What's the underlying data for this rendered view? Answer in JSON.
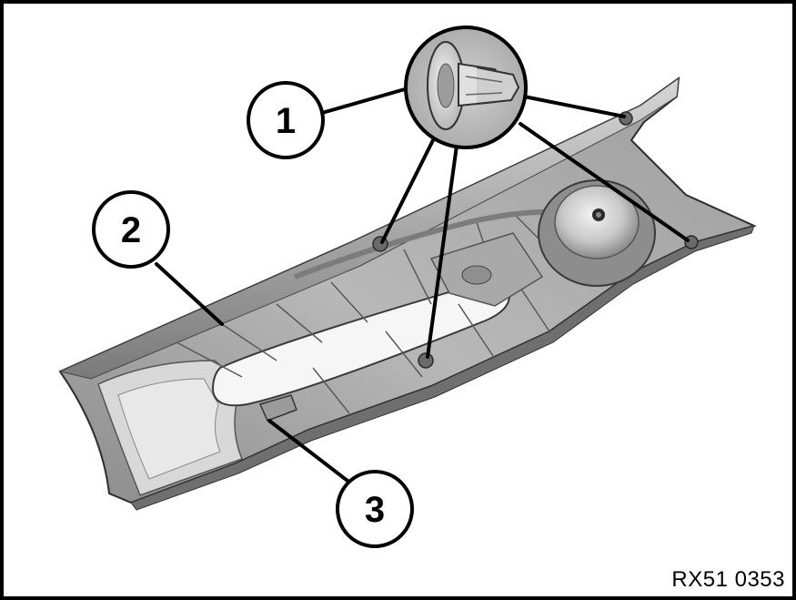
{
  "callouts": [
    {
      "id": "1",
      "label": "1"
    },
    {
      "id": "2",
      "label": "2"
    },
    {
      "id": "3",
      "label": "3"
    }
  ],
  "figure_ref": "RX51 0353",
  "colors": {
    "trim_light": "#bfbfbf",
    "trim_mid": "#9a9a9a",
    "trim_dark": "#6e6e6e",
    "trim_shadow": "#3a3a3a",
    "line": "#000000",
    "background": "#ffffff"
  }
}
